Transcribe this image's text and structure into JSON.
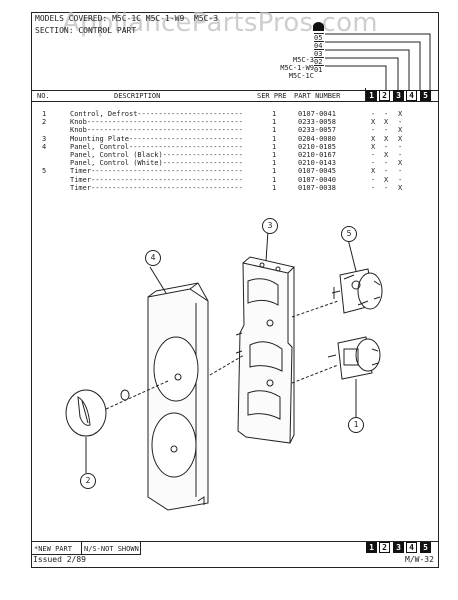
{
  "watermark": "AppliancePartsPros.com",
  "header": {
    "models_line": "MODELS COVERED: M5C-1C M5C-1-W9  M5C-3",
    "section_line": "SECTION: CONTROL PART",
    "model_labels": [
      "M5C-3",
      "M5C-1-W9",
      "M5C-1C"
    ],
    "code_labels": [
      "05",
      "04",
      "03",
      "02",
      "01"
    ]
  },
  "table": {
    "columns": {
      "no": "NO.",
      "description": "DESCRIPTION",
      "ser_pre": "SER PRE",
      "part_number": "PART NUMBER",
      "col_nums": [
        "1",
        "2",
        "3",
        "4",
        "5"
      ]
    },
    "rows": [
      {
        "no": "1",
        "desc": "Control, Defrost-------------------------",
        "qty": "1",
        "part": "0107-0041",
        "m": [
          "-",
          "-",
          "X"
        ]
      },
      {
        "no": "2",
        "desc": "Knob-------------------------------------",
        "qty": "1",
        "part": "0233-0058",
        "m": [
          "X",
          "X",
          "-"
        ]
      },
      {
        "no": "",
        "desc": "Knob-------------------------------------",
        "qty": "1",
        "part": "0233-0057",
        "m": [
          "-",
          "-",
          "X"
        ]
      },
      {
        "no": "3",
        "desc": "Mounting Plate---------------------------",
        "qty": "1",
        "part": "0204-0080",
        "m": [
          "X",
          "X",
          "X"
        ]
      },
      {
        "no": "4",
        "desc": "Panel, Control---------------------------",
        "qty": "1",
        "part": "0210-0185",
        "m": [
          "X",
          "-",
          "-"
        ]
      },
      {
        "no": "",
        "desc": "Panel, Control (Black)-------------------",
        "qty": "1",
        "part": "0210-0167",
        "m": [
          "-",
          "X",
          "-"
        ]
      },
      {
        "no": "",
        "desc": "Panel, Control (White)-------------------",
        "qty": "1",
        "part": "0210-0143",
        "m": [
          "-",
          "-",
          "X"
        ]
      },
      {
        "no": "5",
        "desc": "Timer------------------------------------",
        "qty": "1",
        "part": "0107-0045",
        "m": [
          "X",
          "-",
          "-"
        ]
      },
      {
        "no": "",
        "desc": "Timer------------------------------------",
        "qty": "1",
        "part": "0107-0040",
        "m": [
          "-",
          "X",
          "-"
        ]
      },
      {
        "no": "",
        "desc": "Timer------------------------------------",
        "qty": "1",
        "part": "0107-0038",
        "m": [
          "-",
          "-",
          "X"
        ]
      }
    ]
  },
  "callouts": [
    "4",
    "3",
    "5",
    "2",
    "1"
  ],
  "footer": {
    "new_part": "*NEW PART",
    "ns": "N/S-NOT SHOWN",
    "col_nums": [
      "1",
      "2",
      "3",
      "4",
      "5"
    ],
    "issued": "Issued 2/89",
    "page": "M/W-32"
  }
}
